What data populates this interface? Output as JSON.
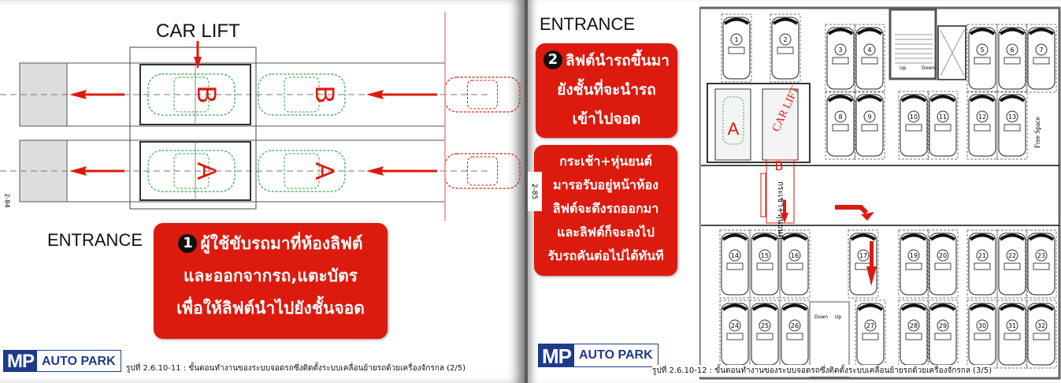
{
  "left_page": {
    "car_lift_label": "CAR LIFT",
    "bay_labels": [
      "B",
      "B",
      "A",
      "A"
    ],
    "entrance_label": "ENTRANCE",
    "step": {
      "number": "1",
      "lines": [
        "ผู้ใช้ขับรถมาที่ห้องลิฟต์",
        "และออกจากรถ,แตะบัตร",
        "เพื่อให้ลิฟต์นำไปยังชั้นจอด"
      ]
    },
    "logo": {
      "mp": "MP",
      "text": "AUTO PARK"
    },
    "caption": "รูปที่ 2.6.10-11 : ขั้นตอนทำงานของระบบจอดรถซึ่งติดตั้งระบบเคลื่อนย้ายรถด้วยเครื่องจักรกล (2/5)",
    "page_number": "2-84"
  },
  "right_page": {
    "entrance_label": "ENTRANCE",
    "step": {
      "number": "2",
      "lines": [
        "ลิฟต์นำรถขึ้นมา",
        "ยังชั้นที่จะนำรถ",
        "เข้าไปจอด"
      ]
    },
    "note": {
      "lines": [
        "กระเช้า+หุ่นยนต์",
        "มารอรับอยู่หน้าห้อง",
        "ลิฟต์จะดึงรถออกมา",
        "และลิฟต์ก็จะลงไป",
        "รับรถคันต่อไปได้ทันที"
      ]
    },
    "page_number": "2-85",
    "plan": {
      "lift_label": "CAR LIFT",
      "bay_a": "A",
      "bay_b": "B",
      "shuttle_label": "กระเช้า+หุ่นยนต์",
      "stair_up": "Up",
      "stair_down": "Down",
      "free_space": "Free Space",
      "slots_top": [
        "1",
        "2",
        "3",
        "4",
        "5",
        "6",
        "7",
        "8",
        "9",
        "10",
        "11",
        "12",
        "13"
      ],
      "slots_bottom": [
        "14",
        "15",
        "16",
        "17",
        "19",
        "20",
        "21",
        "22",
        "23",
        "24",
        "25",
        "26",
        "27",
        "28",
        "29",
        "30",
        "31",
        "32"
      ]
    },
    "logo": {
      "mp": "MP",
      "text": "AUTO PARK"
    },
    "caption": "รูปที่ 2.6.10-12 : ขั้นตอนทำงานของระบบจอดรถซึ่งติดตั้งระบบเคลื่อนย้ายรถด้วยเครื่องจักรกล (3/5)"
  },
  "colors": {
    "red": "#dd1a0e",
    "green": "#2fa84f",
    "navy": "#203a8a"
  }
}
